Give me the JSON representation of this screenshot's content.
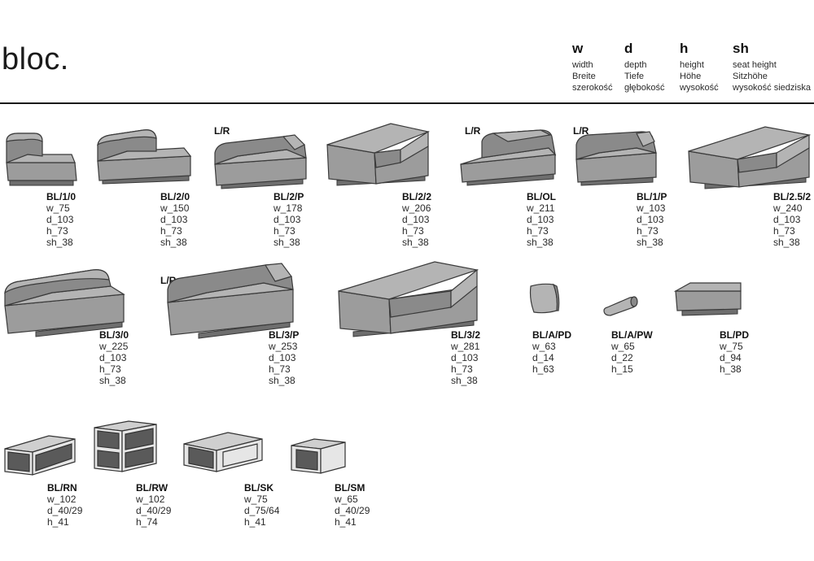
{
  "title": "bloc.",
  "legend": [
    {
      "key": "w",
      "lines": [
        "width",
        "Breite",
        "szerokość"
      ]
    },
    {
      "key": "d",
      "lines": [
        "depth",
        "Tiefe",
        "głębokość"
      ]
    },
    {
      "key": "h",
      "lines": [
        "height",
        "Höhe",
        "wysokość"
      ]
    },
    {
      "key": "sh",
      "lines": [
        "seat height",
        "Sitzhöhe",
        "wysokość siedziska"
      ]
    }
  ],
  "lr_label": "L/R",
  "items": [
    {
      "code": "BL/1/0",
      "dims": [
        "w_75",
        "d_103",
        "h_73",
        "sh_38"
      ]
    },
    {
      "code": "BL/2/0",
      "dims": [
        "w_150",
        "d_103",
        "h_73",
        "sh_38"
      ]
    },
    {
      "code": "BL/2/P",
      "dims": [
        "w_178",
        "d_103",
        "h_73",
        "sh_38"
      ]
    },
    {
      "code": "BL/2/2",
      "dims": [
        "w_206",
        "d_103",
        "h_73",
        "sh_38"
      ]
    },
    {
      "code": "BL/OL",
      "dims": [
        "w_211",
        "d_103",
        "h_73",
        "sh_38"
      ]
    },
    {
      "code": "BL/1/P",
      "dims": [
        "w_103",
        "d_103",
        "h_73",
        "sh_38"
      ]
    },
    {
      "code": "BL/2.5/2",
      "dims": [
        "w_240",
        "d_103",
        "h_73",
        "sh_38"
      ]
    },
    {
      "code": "BL/3/0",
      "dims": [
        "w_225",
        "d_103",
        "h_73",
        "sh_38"
      ]
    },
    {
      "code": "BL/3/P",
      "dims": [
        "w_253",
        "d_103",
        "h_73",
        "sh_38"
      ]
    },
    {
      "code": "BL/3/2",
      "dims": [
        "w_281",
        "d_103",
        "h_73",
        "sh_38"
      ]
    },
    {
      "code": "BL/A/PD",
      "dims": [
        "w_63",
        "d_14",
        "h_63"
      ]
    },
    {
      "code": "BL/A/PW",
      "dims": [
        "w_65",
        "d_22",
        "h_15"
      ]
    },
    {
      "code": "BL/PD",
      "dims": [
        "w_75",
        "d_94",
        "h_38"
      ]
    },
    {
      "code": "BL/RN",
      "dims": [
        "w_102",
        "d_40/29",
        "h_41"
      ]
    },
    {
      "code": "BL/RW",
      "dims": [
        "w_102",
        "d_40/29",
        "h_74"
      ]
    },
    {
      "code": "BL/SK",
      "dims": [
        "w_75",
        "d_75/64",
        "h_41"
      ]
    },
    {
      "code": "BL/SM",
      "dims": [
        "w_65",
        "d_40/29",
        "h_41"
      ]
    }
  ]
}
